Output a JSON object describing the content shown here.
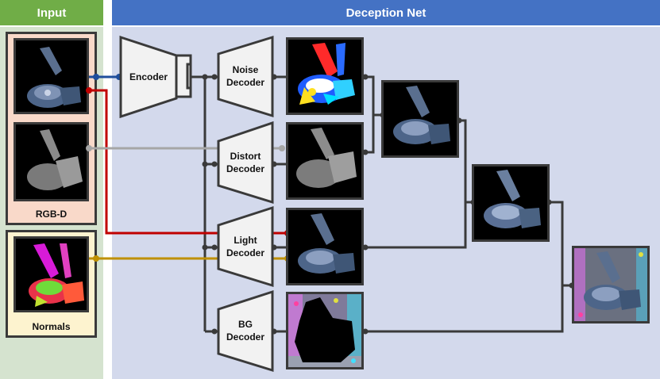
{
  "headers": {
    "input": "Input",
    "net": "Deception Net"
  },
  "input_labels": {
    "rgbd": "RGB-D",
    "normals": "Normals"
  },
  "modules": {
    "encoder": "Encoder",
    "noise": [
      "Noise",
      "Decoder"
    ],
    "distort": [
      "Distort",
      "Decoder"
    ],
    "light": [
      "Light",
      "Decoder"
    ],
    "bg": [
      "BG",
      "Decoder"
    ]
  },
  "colors": {
    "input_header": "#70ad47",
    "net_header": "#4472c4",
    "input_panel": "#d5e3cf",
    "net_panel": "#d3d9ec",
    "rgbd_box": "#f9d9c9",
    "normals_box": "#fdf3cf",
    "rgb_line": "#1f4e9c",
    "light_line": "#c00000",
    "depth_line": "#a6a6a6",
    "normals_line": "#bf9000",
    "wire": "#3a3a3a"
  }
}
